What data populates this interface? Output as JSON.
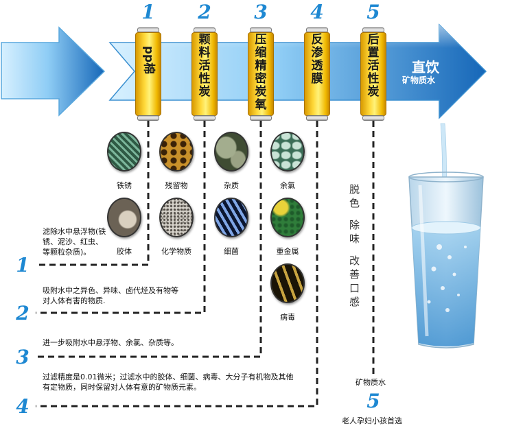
{
  "stages": [
    {
      "num": "1",
      "label": "pp棉"
    },
    {
      "num": "2",
      "label": "颗料活性炭"
    },
    {
      "num": "3",
      "label": "压缩精密炭氧"
    },
    {
      "num": "4",
      "label": "反渗透膜"
    },
    {
      "num": "5",
      "label": "后置活性炭"
    }
  ],
  "arrow": {
    "title": "直饮",
    "subtitle": "矿物质水"
  },
  "contaminants": {
    "rust": "铁锈",
    "colloid": "胶体",
    "residue": "残留物",
    "chemical": "化学物质",
    "impurity": "杂质",
    "bacteria": "细菌",
    "residual_chlorine": "余氯",
    "heavy_metal": "重金属",
    "virus": "病毒"
  },
  "colors": {
    "arrow_light": "#bfe6ff",
    "arrow_dark": "#1667b8",
    "number_blue": "#1e88d2",
    "cartridge_gold": "#ffd93a"
  },
  "vertical_text": {
    "col1": "脱色",
    "col2": "除味",
    "col3": "改善口感"
  },
  "descriptions": {
    "d1": {
      "num": "1",
      "line1": "滤除水中悬浮物(铁",
      "line2": "锈、泥沙、红虫、",
      "line3": "等颗粒杂质)。"
    },
    "d2": {
      "num": "2",
      "line1": "吸附水中之异色、异味、卤代烃及有物等",
      "line2": "对人体有害的物质."
    },
    "d3": {
      "num": "3",
      "line1": "进一步吸附水中悬浮物、余氯、杂质等。"
    },
    "d4": {
      "num": "4",
      "line1": "过滤精度是0.01微米；过滤水中的胶体、细菌、病毒、大分子有机物及其他",
      "line2": "有定物质，同时保留对人体有意的矿物质元素。"
    },
    "d5": {
      "num": "5",
      "top": "矿物质水",
      "bottom": "老人孕妇小孩首选"
    }
  }
}
